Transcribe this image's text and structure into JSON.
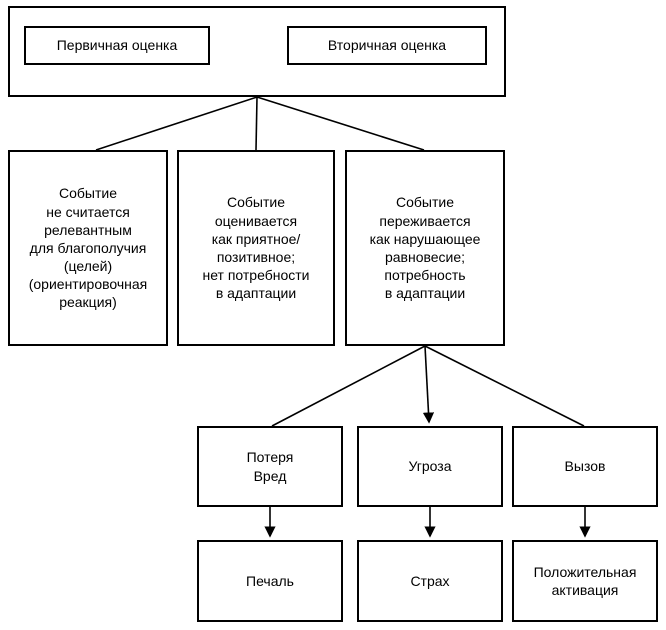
{
  "diagram": {
    "primary_appraisal": "Первичная оценка",
    "secondary_appraisal": "Вторичная оценка",
    "not_relevant": "Событие\nне считается\nрелевантным\nдля благополучия\n(целей)\n(ориентировочная\nреакция)",
    "pleasant": "Событие\nоценивается\nкак приятное/\nпозитивное;\nнет потребности\nв адаптации",
    "disturbing": "Событие\nпереживается\nкак нарушающее\nравновесие;\nпотребность\nв адаптации",
    "loss_harm": "Потеря\nВред",
    "threat": "Угроза",
    "challenge": "Вызов",
    "sadness": "Печаль",
    "fear": "Страх",
    "positive_activation": "Положительная\nактивация",
    "line_color": "#000000"
  }
}
